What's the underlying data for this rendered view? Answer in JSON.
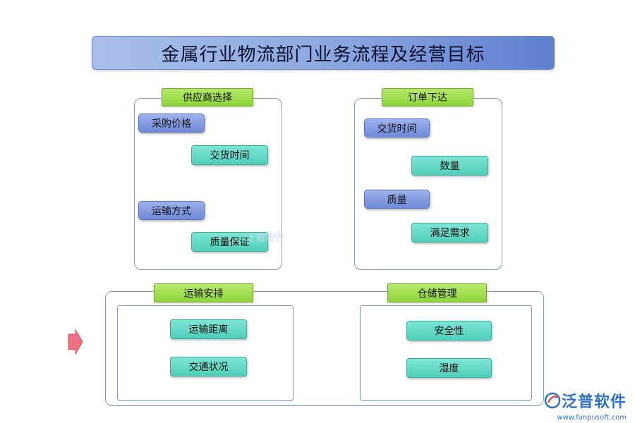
{
  "title": "金属行业物流部门业务流程及经营目标",
  "groups": {
    "supplier": {
      "header": "供应商选择",
      "parent1": "采购价格",
      "child1": "交货时间",
      "parent2": "运输方式",
      "child2": "质量保证"
    },
    "order": {
      "header": "订单下达",
      "parent1": "交货时间",
      "child1": "数量",
      "parent2": "质量",
      "child2": "满足需求"
    },
    "transport": {
      "header": "运输安排",
      "item1": "运输距离",
      "item2": "交通状况"
    },
    "storage": {
      "header": "仓储管理",
      "item1": "安全性",
      "item2": "湿度"
    }
  },
  "logo": {
    "name": "泛普软件",
    "url": "www.fanpusoft.com",
    "watermark": "泛普软件"
  },
  "colors": {
    "title_gradient_start": "#a9bfe9",
    "title_gradient_end": "#5f7fd0",
    "green_header": "#9bdc4c",
    "blue_node": "#7f96dc",
    "teal_node": "#5fd8c3",
    "panel_border": "#7f96d1",
    "connector": "#5b73c0",
    "arrow": "#e96a7a",
    "logo": "#2f73c7"
  }
}
